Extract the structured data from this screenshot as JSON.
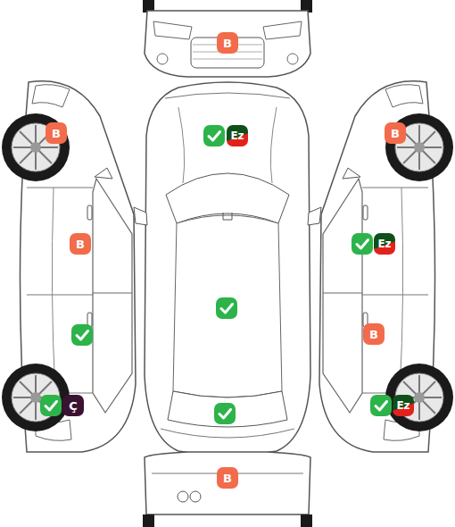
{
  "diagram": {
    "nodes": [
      {
        "text": [
          "B"
        ]
      },
      {
        "text": [
          "B"
        ]
      },
      {
        "text": [
          "Ez"
        ]
      },
      {
        "text": [
          "B"
        ]
      },
      {
        "text": [
          "B"
        ]
      },
      {
        "text": [
          "Ez"
        ]
      },
      {
        "text": [
          "B"
        ]
      },
      {
        "text": [
          "Ç"
        ]
      },
      {
        "text": [
          "Ez"
        ]
      },
      {
        "text": [
          "B"
        ]
      }
    ]
  }
}
